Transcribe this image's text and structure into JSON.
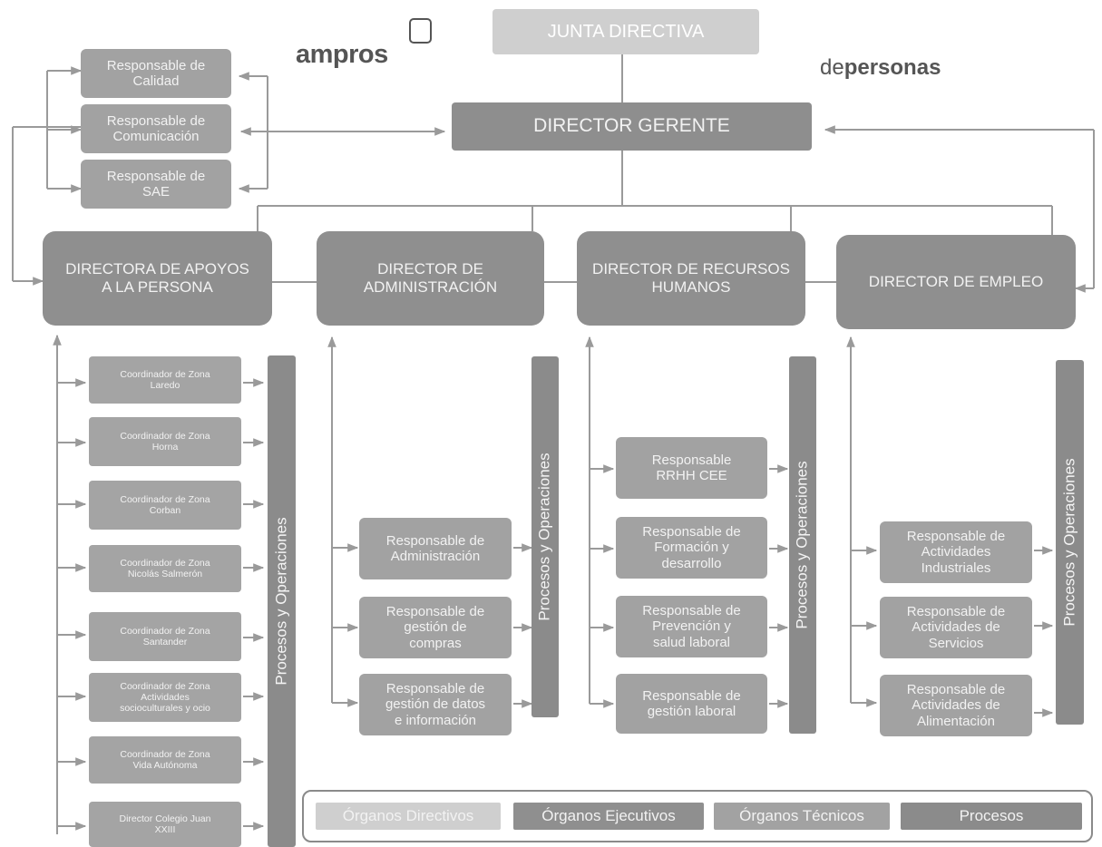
{
  "logos": {
    "ampros": "ampros",
    "ampros_tagline": "",
    "right_top": "",
    "right_prefix": "de",
    "right_bold": "personas"
  },
  "top": {
    "junta": "JUNTA DIRECTIVA",
    "gerente": "DIRECTOR GERENTE"
  },
  "staff": [
    {
      "line1": "Responsable de",
      "line2": "Calidad"
    },
    {
      "line1": "Responsable de",
      "line2": "Comunicación"
    },
    {
      "line1": "Responsable de",
      "line2": "SAE"
    }
  ],
  "directors": [
    {
      "line1": "DIRECTORA DE APOYOS",
      "line2": "A LA PERSONA"
    },
    {
      "line1": "DIRECTOR DE",
      "line2": "ADMINISTRACIÓN"
    },
    {
      "line1": "DIRECTOR DE RECURSOS",
      "line2": "HUMANOS"
    },
    {
      "line1": "DIRECTOR DE EMPLEO",
      "line2": ""
    }
  ],
  "processes_label": "Procesos y Operaciones",
  "apoyos": [
    {
      "line1": "Coordinador de Zona",
      "line2": "Laredo",
      "line3": ""
    },
    {
      "line1": "Coordinador de Zona",
      "line2": "Horna",
      "line3": ""
    },
    {
      "line1": "Coordinador de Zona",
      "line2": "Corban",
      "line3": ""
    },
    {
      "line1": "Coordinador de Zona",
      "line2": "Nicolás Salmerón",
      "line3": ""
    },
    {
      "line1": "Coordinador de Zona",
      "line2": "Santander",
      "line3": ""
    },
    {
      "line1": "Coordinador de Zona",
      "line2": "Actividades",
      "line3": "socioculturales y ocio"
    },
    {
      "line1": "Coordinador de Zona",
      "line2": "Vida Autónoma",
      "line3": ""
    },
    {
      "line1": "Director Colegio Juan",
      "line2": "XXIII",
      "line3": ""
    }
  ],
  "administracion": [
    {
      "line1": "Responsable de",
      "line2": "Administración",
      "line3": ""
    },
    {
      "line1": "Responsable de",
      "line2": "gestión de",
      "line3": "compras"
    },
    {
      "line1": "Responsable de",
      "line2": "gestión de datos",
      "line3": "e información"
    }
  ],
  "rrhh": [
    {
      "line1": "Responsable",
      "line2": "RRHH CEE",
      "line3": ""
    },
    {
      "line1": "Responsable de",
      "line2": "Formación y",
      "line3": "desarrollo"
    },
    {
      "line1": "Responsable de",
      "line2": "Prevención y",
      "line3": "salud laboral"
    },
    {
      "line1": "Responsable de",
      "line2": "gestión laboral",
      "line3": ""
    }
  ],
  "empleo": [
    {
      "line1": "Responsable de",
      "line2": "Actividades",
      "line3": "Industriales"
    },
    {
      "line1": "Responsable de",
      "line2": "Actividades de",
      "line3": "Servicios"
    },
    {
      "line1": "Responsable de",
      "line2": "Actividades de",
      "line3": "Alimentación"
    }
  ],
  "legend": [
    {
      "label": "Órganos Directivos",
      "color": "#cfcfcf"
    },
    {
      "label": "Órganos Ejecutivos",
      "color": "#8f8f8f"
    },
    {
      "label": "Órganos Técnicos",
      "color": "#a2a2a2"
    },
    {
      "label": "Procesos",
      "color": "#8b8b8b"
    }
  ]
}
